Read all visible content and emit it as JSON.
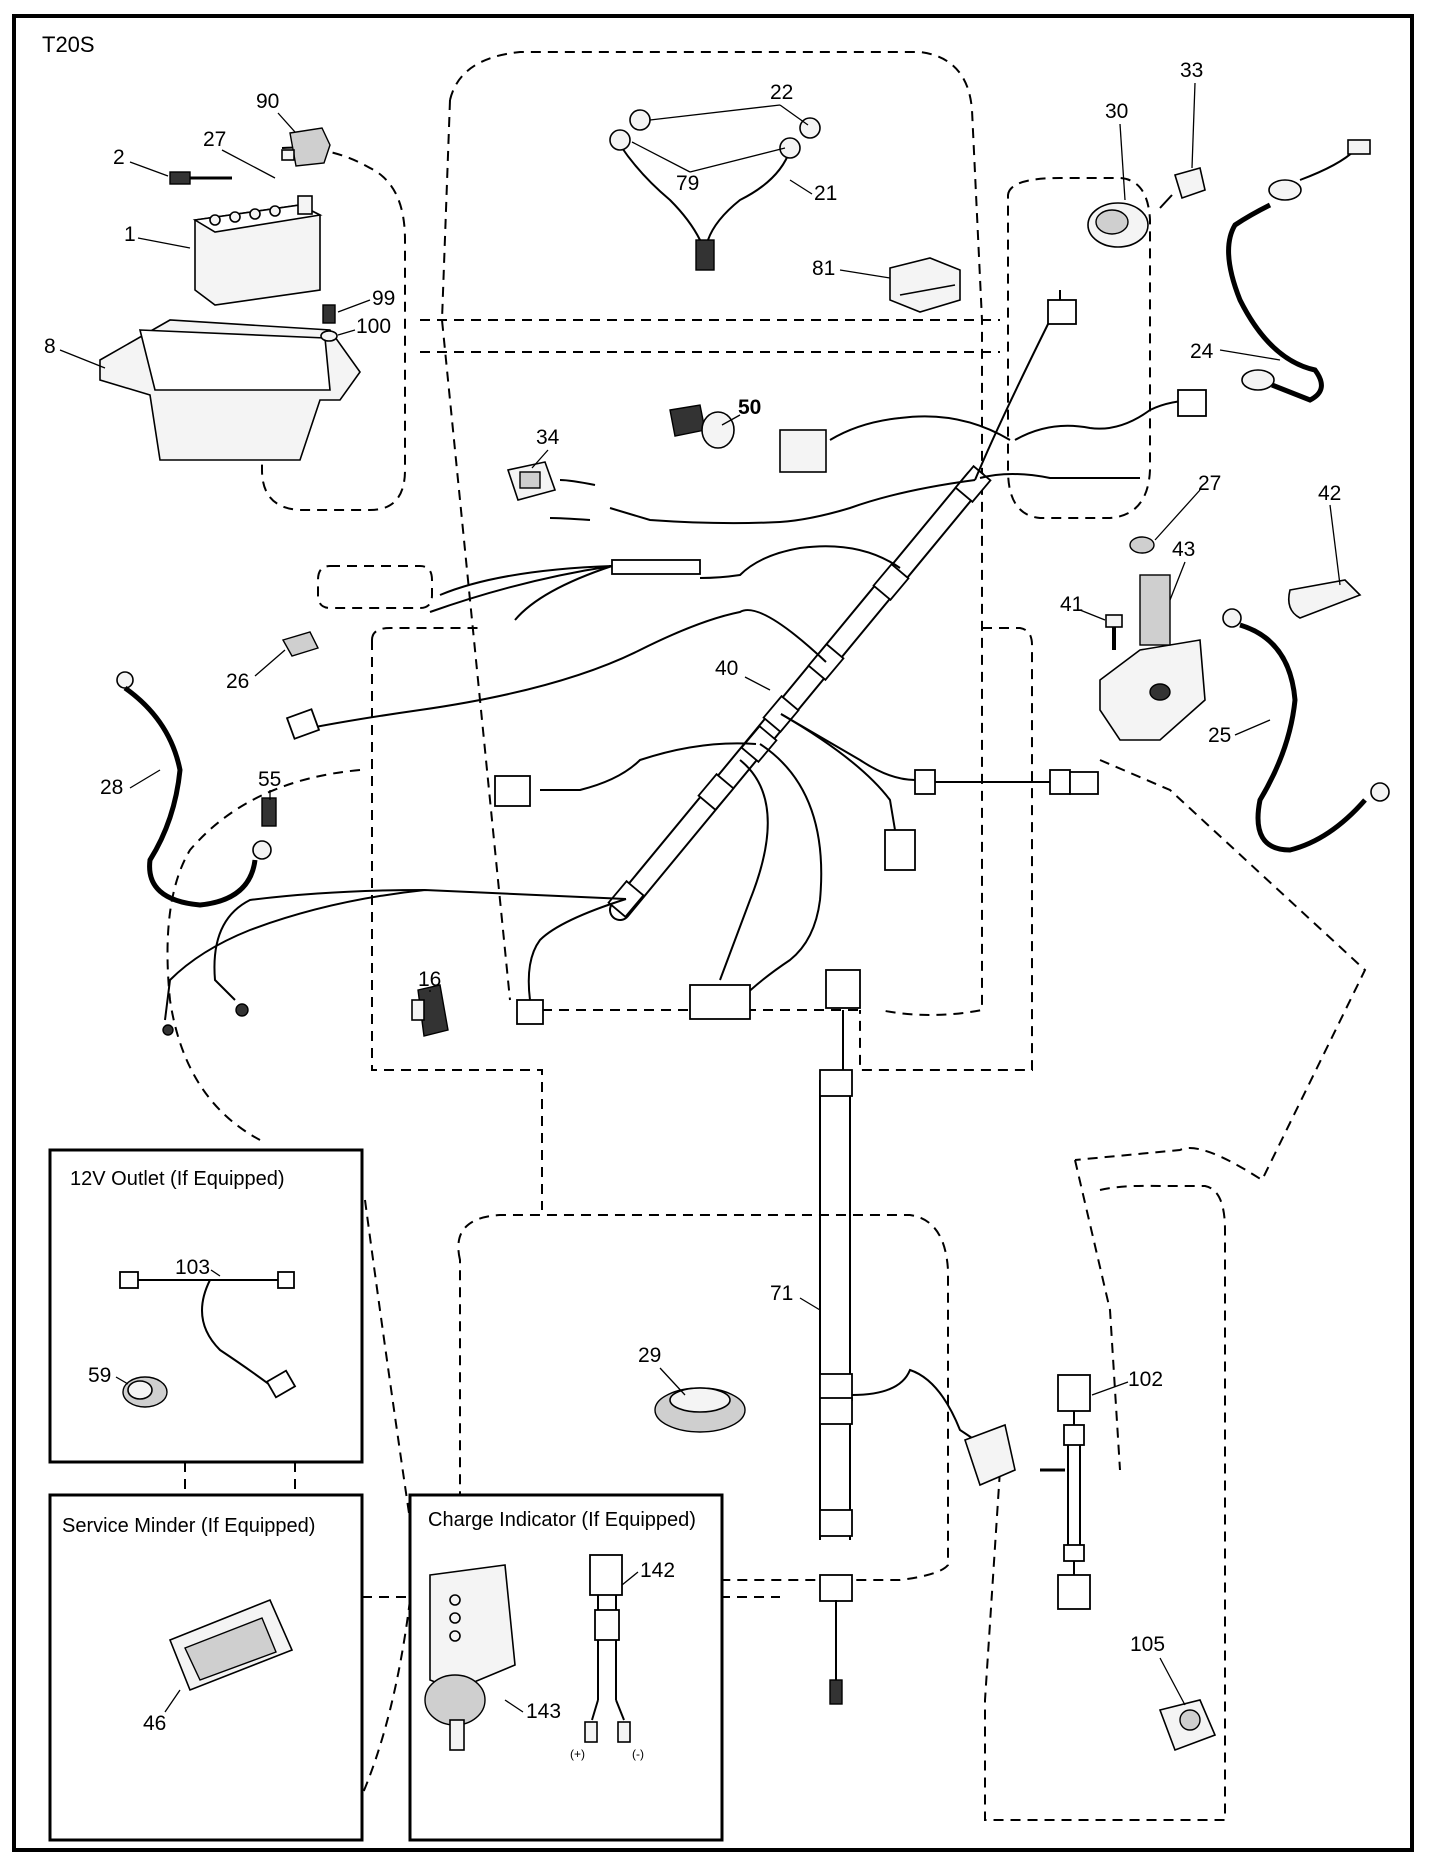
{
  "diagram": {
    "model_code": "T20S",
    "part_callouts": [
      {
        "id": "1",
        "name": "battery"
      },
      {
        "id": "2",
        "name": "battery-bolt"
      },
      {
        "id": "8",
        "name": "battery-tray"
      },
      {
        "id": "16",
        "name": "switch"
      },
      {
        "id": "21",
        "name": "headlight-harness"
      },
      {
        "id": "22",
        "name": "headlight-bulb"
      },
      {
        "id": "24",
        "name": "ground-cable"
      },
      {
        "id": "25",
        "name": "starter-cable"
      },
      {
        "id": "26",
        "name": "fuse"
      },
      {
        "id": "27",
        "name": "nut"
      },
      {
        "id": "27b",
        "name": "nut"
      },
      {
        "id": "28",
        "name": "battery-cable"
      },
      {
        "id": "29",
        "name": "ignition-module"
      },
      {
        "id": "30",
        "name": "ignition-switch"
      },
      {
        "id": "33",
        "name": "key"
      },
      {
        "id": "34",
        "name": "light-switch"
      },
      {
        "id": "40",
        "name": "main-wire-harness"
      },
      {
        "id": "41",
        "name": "bolt"
      },
      {
        "id": "42",
        "name": "terminal-boot"
      },
      {
        "id": "43",
        "name": "starter-solenoid"
      },
      {
        "id": "50",
        "name": "pto-switch"
      },
      {
        "id": "55",
        "name": "ground-screw"
      },
      {
        "id": "71",
        "name": "engine-harness"
      },
      {
        "id": "79",
        "name": "light-socket"
      },
      {
        "id": "81",
        "name": "relay"
      },
      {
        "id": "90",
        "name": "terminal-cover"
      },
      {
        "id": "99",
        "name": "screw"
      },
      {
        "id": "100",
        "name": "washer"
      },
      {
        "id": "102",
        "name": "diode-harness"
      },
      {
        "id": "105",
        "name": "fuel-solenoid"
      }
    ],
    "labels": {
      "l1": "1",
      "l2": "2",
      "l8": "8",
      "l16": "16",
      "l21": "21",
      "l22": "22",
      "l24": "24",
      "l25": "25",
      "l26": "26",
      "l27a": "27",
      "l27b": "27",
      "l28": "28",
      "l29": "29",
      "l30": "30",
      "l33": "33",
      "l34": "34",
      "l40": "40",
      "l41": "41",
      "l42": "42",
      "l43": "43",
      "l50": "50",
      "l55": "55",
      "l71": "71",
      "l79": "79",
      "l81": "81",
      "l90": "90",
      "l99": "99",
      "l100": "100",
      "l102": "102",
      "l105": "105"
    },
    "insets": {
      "outlet": {
        "title": "12V Outlet (If Equipped)",
        "harness_label": "103",
        "outlet_label": "59"
      },
      "service_minder": {
        "title": "Service Minder (If Equipped)",
        "part_label": "46"
      },
      "charge_indicator": {
        "title": "Charge Indicator (If Equipped)",
        "harness_label": "142",
        "indicator_label": "143",
        "plus_label": "(+)",
        "minus_label": "(-)"
      }
    }
  }
}
